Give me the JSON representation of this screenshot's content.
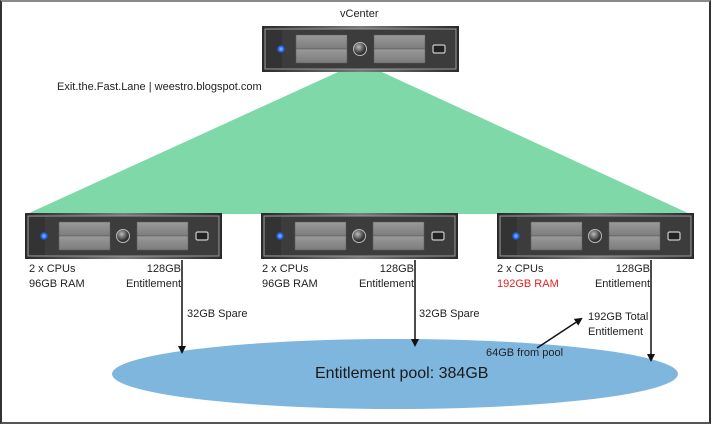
{
  "title": "vCenter",
  "watermark": "Exit.the.Fast.Lane | weestro.blogspot.com",
  "colors": {
    "triangle": "#7fd8a8",
    "pool": "#7fb6de",
    "led": "#3a7bff",
    "highlight_red": "#e52222"
  },
  "hosts": [
    {
      "cpus": "2 x CPUs",
      "ram": "96GB RAM",
      "ram_highlight": false,
      "entitlement_line1": "128GB",
      "entitlement_line2": "Entitlement",
      "arrow_label": "32GB Spare"
    },
    {
      "cpus": "2 x CPUs",
      "ram": "96GB RAM",
      "ram_highlight": false,
      "entitlement_line1": "128GB",
      "entitlement_line2": "Entitlement",
      "arrow_label": "32GB Spare"
    },
    {
      "cpus": "2 x CPUs",
      "ram": "192GB RAM",
      "ram_highlight": true,
      "entitlement_line1": "128GB",
      "entitlement_line2": "Entitlement",
      "total_line1": "192GB Total",
      "total_line2": "Entitlement",
      "pool_draw_label": "64GB from pool"
    }
  ],
  "pool": {
    "label": "Entitlement pool: 384GB"
  }
}
